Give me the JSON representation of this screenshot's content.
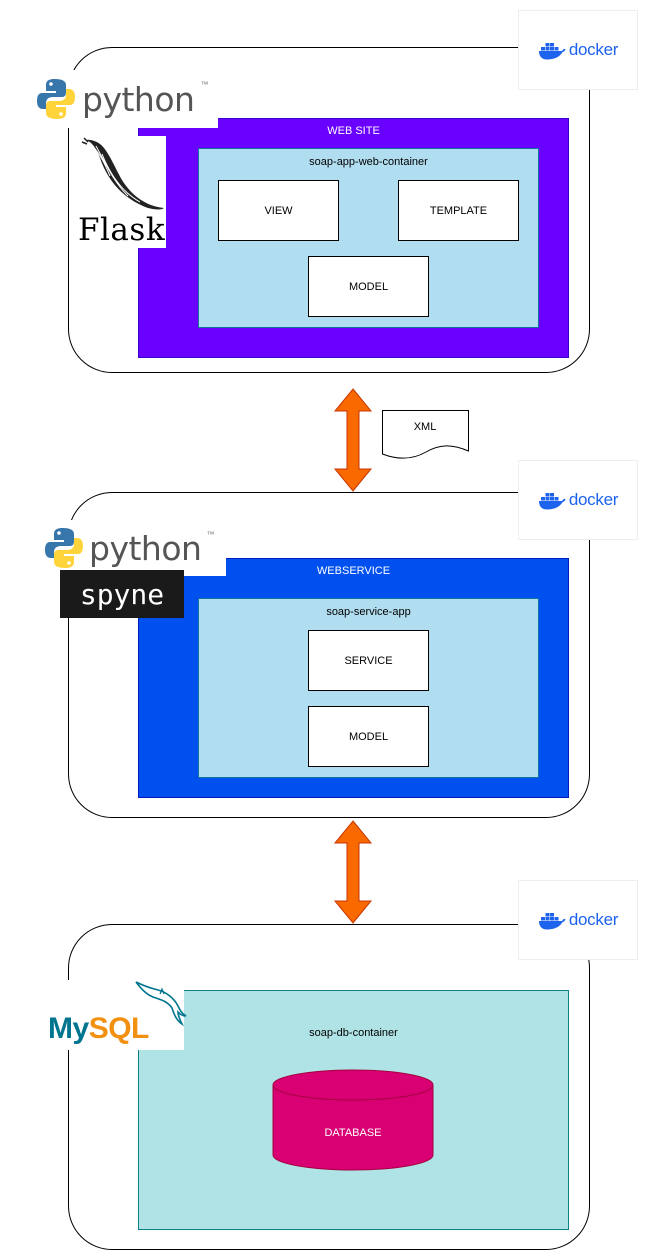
{
  "docker_logo": {
    "name": "docker-logo",
    "text": "docker"
  },
  "web": {
    "tier_label": "WEB SITE",
    "container_label": "soap-app-web-container",
    "boxes": [
      "VIEW",
      "TEMPLATE",
      "MODEL"
    ],
    "logos": {
      "python": "python",
      "flask": "Flask"
    },
    "colors": {
      "outer": "#6a00ff",
      "inner": "#b1ddf0"
    }
  },
  "xml_doc": {
    "label": "XML"
  },
  "service": {
    "tier_label": "WEBSERVICE",
    "container_label": "soap-service-app",
    "boxes": [
      "SERVICE",
      "MODEL"
    ],
    "logos": {
      "python": "python",
      "spyne": "spyne"
    },
    "colors": {
      "outer": "#0050ef",
      "inner": "#b1ddf0"
    }
  },
  "db": {
    "container_label": "soap-db-container",
    "database_label": "DATABASE",
    "logos": {
      "mysql": "MySQL"
    },
    "colors": {
      "container": "#b0e3e6",
      "database": "#d80073"
    }
  },
  "arrow_color": "#fa6800"
}
